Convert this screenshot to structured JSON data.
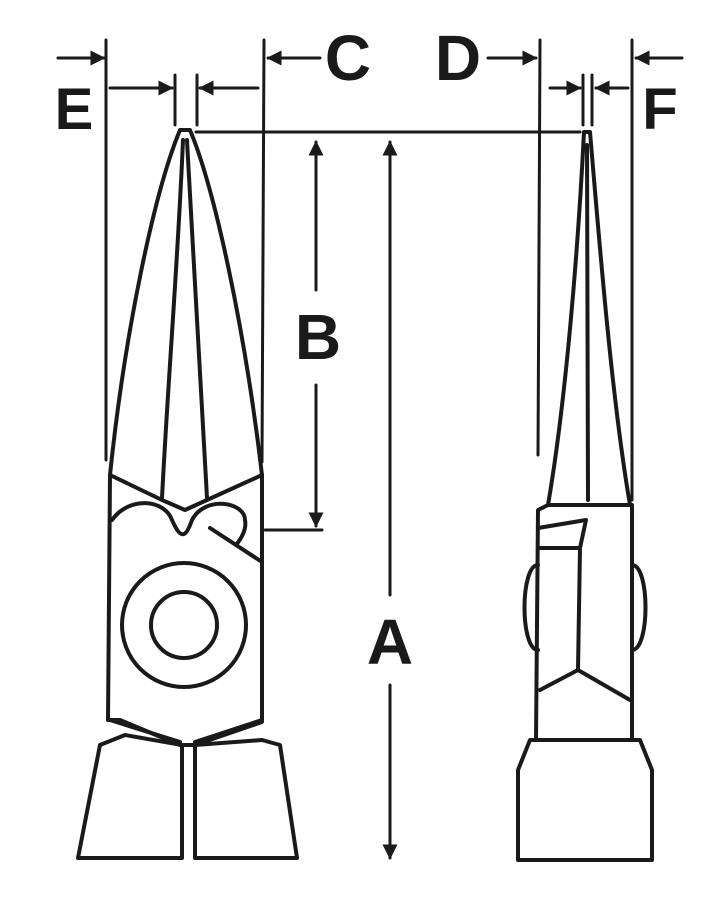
{
  "diagram": {
    "stroke_color": "#1a1a1a",
    "background": "#ffffff",
    "labels": {
      "A": "A",
      "B": "B",
      "C": "C",
      "D": "D",
      "E": "E",
      "F": "F"
    }
  }
}
